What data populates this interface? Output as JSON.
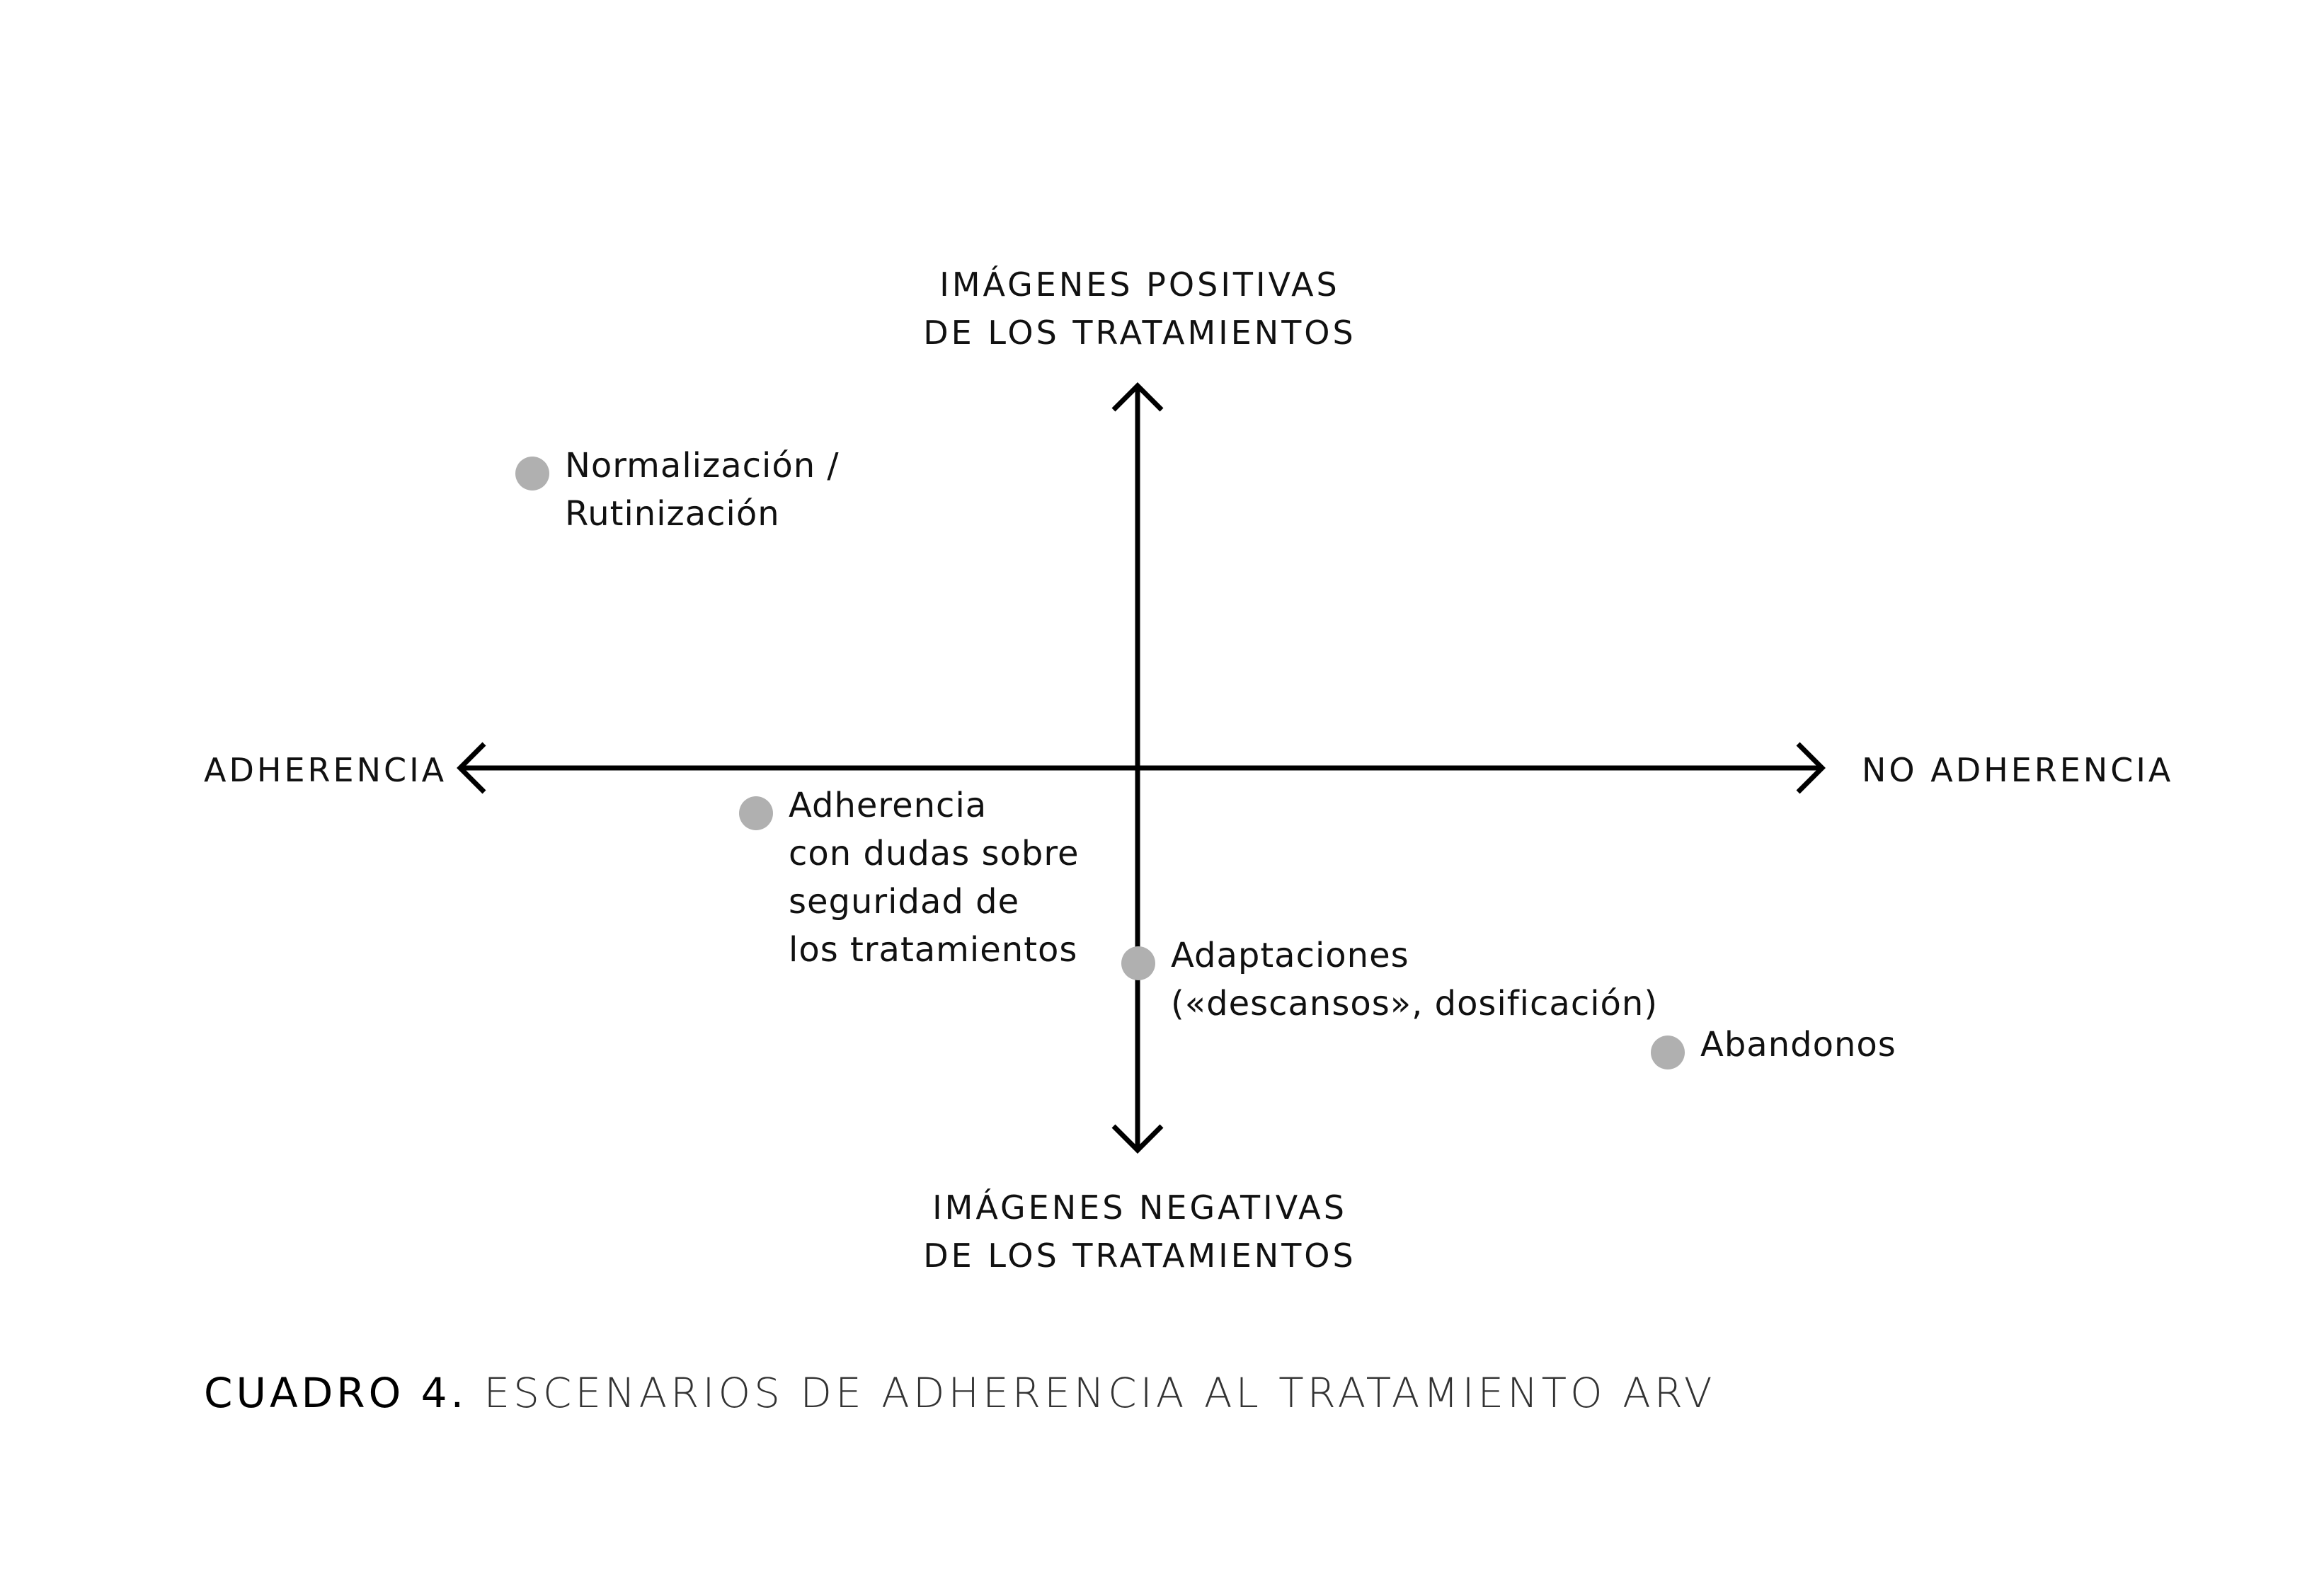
{
  "axes": {
    "top": {
      "line1": "IMÁGENES POSITIVAS",
      "line2": "DE LOS TRATAMIENTOS"
    },
    "bottom": {
      "line1": "IMÁGENES NEGATIVAS",
      "line2": "DE LOS TRATAMIENTOS"
    },
    "left": "ADHERENCIA",
    "right": "NO ADHERENCIA"
  },
  "scenarios": [
    {
      "lines": [
        "Normalización /",
        "Rutinización"
      ]
    },
    {
      "lines": [
        "Adherencia",
        "con dudas sobre",
        "seguridad de",
        "los tratamientos"
      ]
    },
    {
      "lines": [
        "Adaptaciones",
        "(«descansos», dosificación)"
      ]
    },
    {
      "lines": [
        "Abandonos"
      ]
    }
  ],
  "caption": {
    "number": "CUADRO 4.",
    "title": "ESCENARIOS DE ADHERENCIA AL TRATAMIENTO ARV"
  },
  "colors": {
    "axis": "#000000",
    "dot": "#b0b0b0",
    "text": "#111111"
  }
}
